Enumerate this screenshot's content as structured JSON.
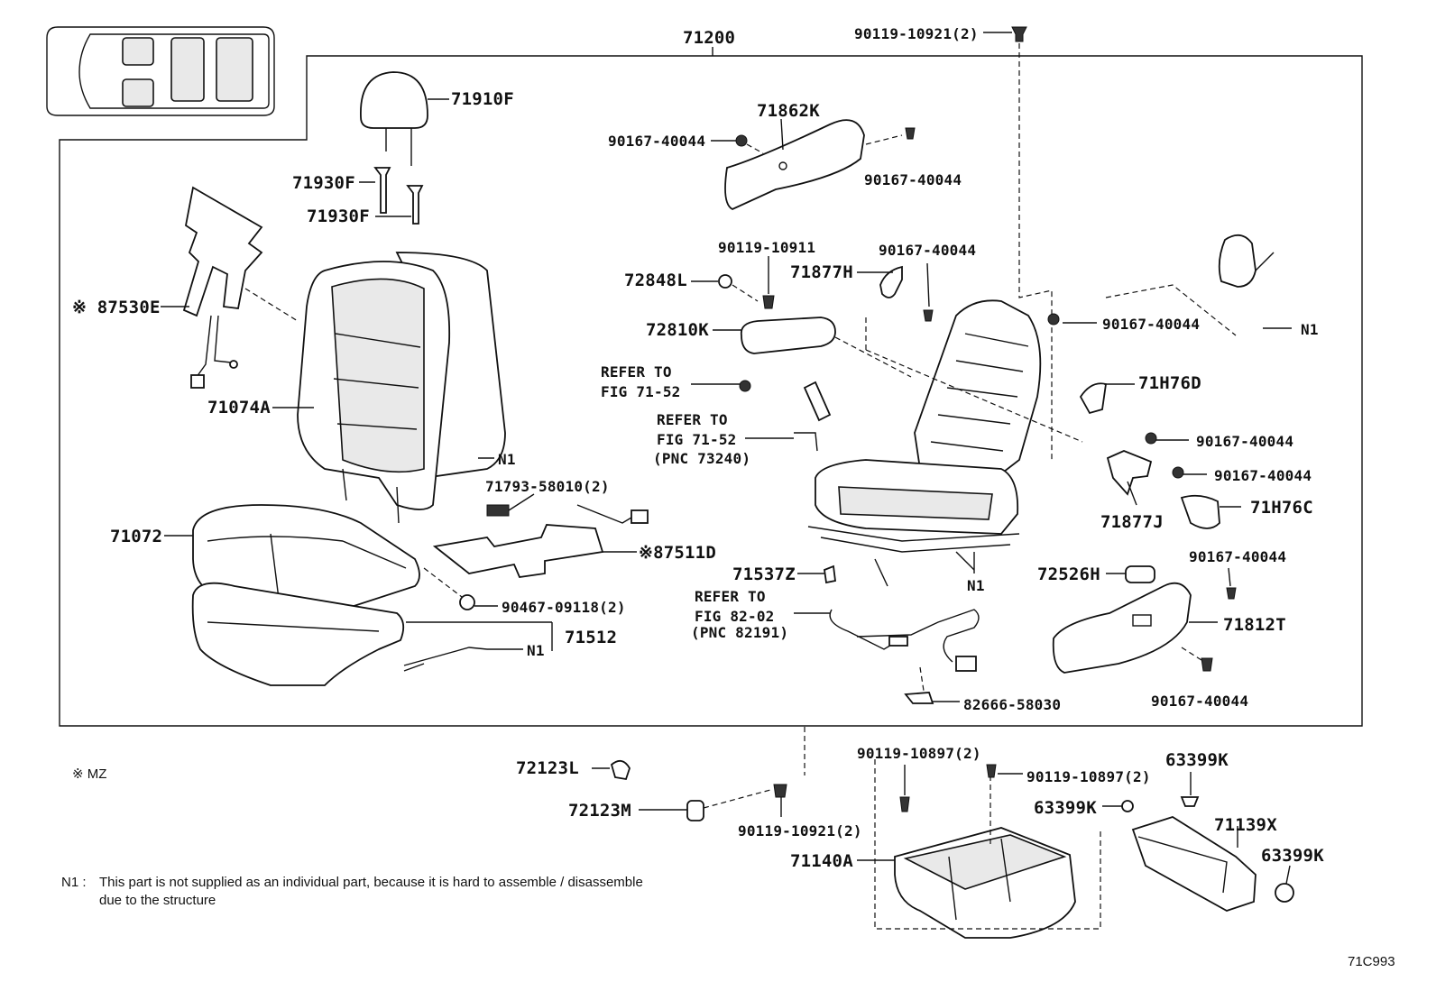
{
  "diagram_id": "71C993",
  "assembly": "71200",
  "legend_mark": "※ MZ",
  "footnote": {
    "key": "N1 :",
    "line1": "This part is not supplied as an individual part, because it is hard to assemble / disassemble",
    "line2": "due to the structure"
  },
  "callouts": {
    "c71910F": "71910F",
    "c71930F_a": "71930F",
    "c71930F_b": "71930F",
    "c87530E": "※ 87530E",
    "c71074A": "71074A",
    "cN1_back": "N1",
    "c71793": "71793-58010(2)",
    "c71072": "71072",
    "c87511D": "※87511D",
    "c90467": "90467-09118(2)",
    "cN1_cushion": "N1",
    "c71512": "71512",
    "c90119_10921_top": "90119-10921(2)",
    "c71862K": "71862K",
    "c90167_a": "90167-40044",
    "c90167_b": "90167-40044",
    "c90119_10911": "90119-10911",
    "c72848L": "72848L",
    "c90167_c": "90167-40044",
    "c71877H": "71877H",
    "c72810K": "72810K",
    "c90167_d": "90167-40044",
    "cN1_right": "N1",
    "cRefer1a": "REFER TO",
    "cRefer1b": "FIG 71-52",
    "c71H76D": "71H76D",
    "cRefer2a": "REFER TO",
    "cRefer2b": "FIG 71-52",
    "cRefer2c": "(PNC 73240)",
    "c90167_e": "90167-40044",
    "c90167_f": "90167-40044",
    "c71877J": "71877J",
    "c71H76C": "71H76C",
    "c71537Z": "71537Z",
    "cN1_frame": "N1",
    "c90167_g": "90167-40044",
    "c72526H": "72526H",
    "c71812T": "71812T",
    "cRefer3a": "REFER TO",
    "cRefer3b": "FIG 82-02",
    "cRefer3c": "(PNC 82191)",
    "c82666": "82666-58030",
    "c90167_h": "90167-40044",
    "c72123L": "72123L",
    "c72123M": "72123M",
    "c90119_10921_bot": "90119-10921(2)",
    "c90119_10897_a": "90119-10897(2)",
    "c90119_10897_b": "90119-10897(2)",
    "c63399K_a": "63399K",
    "c63399K_b": "63399K",
    "c63399K_c": "63399K",
    "c71140A": "71140A",
    "c71139X": "71139X"
  }
}
